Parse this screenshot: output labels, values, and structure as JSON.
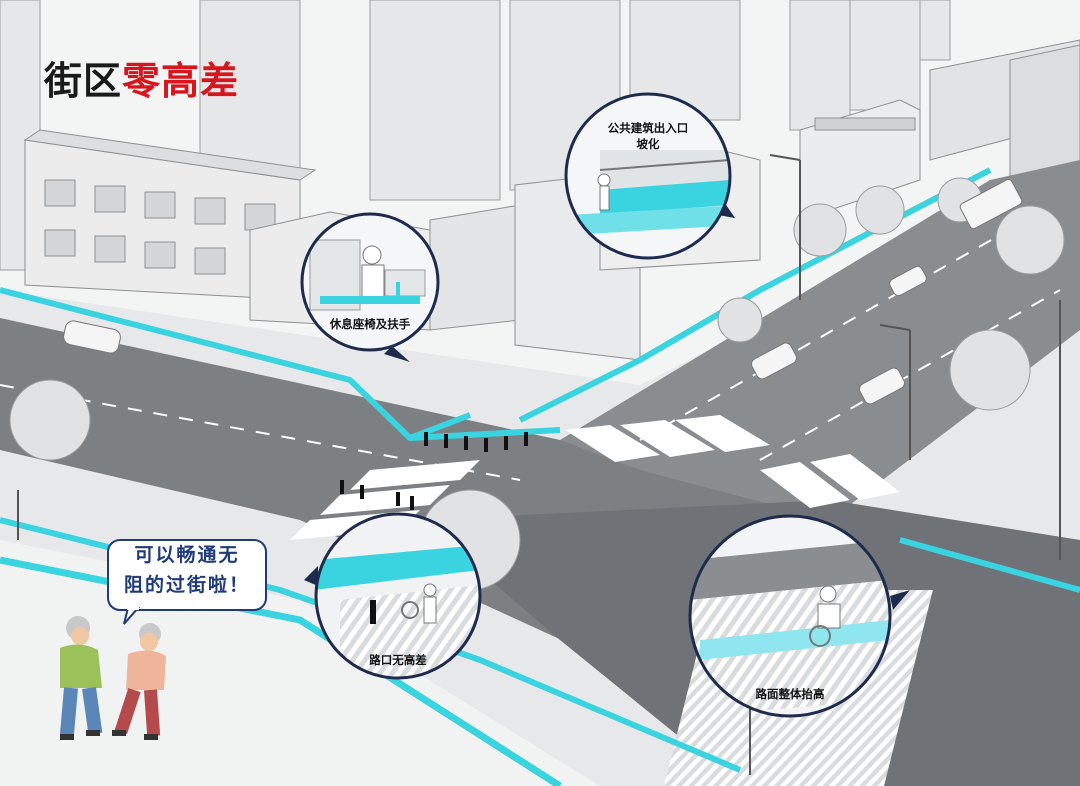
{
  "title": {
    "black": "街区",
    "red": "零高差"
  },
  "callouts": [
    {
      "id": "entrance",
      "label_line1": "公共建筑出入口",
      "label_line2": "坡化"
    },
    {
      "id": "bench",
      "label": "休息座椅及扶手"
    },
    {
      "id": "crossing",
      "label": "路口无高差"
    },
    {
      "id": "raised",
      "label": "路面整体抬高"
    }
  ],
  "speech_bubble": {
    "line1": "可以畅通无",
    "line2": "阻的过街啦！"
  },
  "colors": {
    "accent_cyan": "#39d4e0",
    "title_red": "#d6161c",
    "callout_border": "#1f2b4d",
    "speech_text": "#1f3b7a"
  }
}
